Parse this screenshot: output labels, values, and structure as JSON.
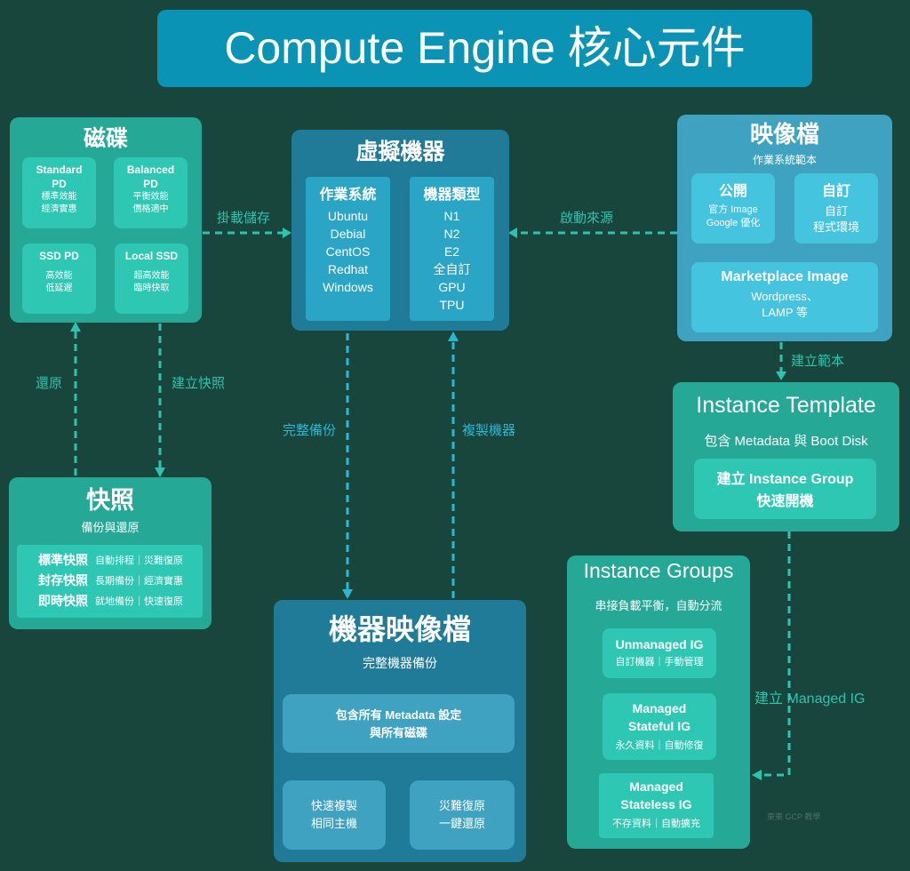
{
  "title": "Compute Engine 核心元件",
  "disks": {
    "title": "磁碟",
    "items": [
      {
        "name": "Standard PD",
        "lines": [
          "標準效能",
          "經濟實惠"
        ]
      },
      {
        "name": "Balanced PD",
        "lines": [
          "平衡效能",
          "價格適中"
        ]
      },
      {
        "name": "SSD PD",
        "lines": [
          "高效能",
          "低延遲"
        ]
      },
      {
        "name": "Local SSD",
        "lines": [
          "超高效能",
          "臨時快取"
        ]
      }
    ]
  },
  "vm": {
    "title": "虛擬機器",
    "os": {
      "title": "作業系統",
      "items": [
        "Ubuntu",
        "Debial",
        "CentOS",
        "Redhat",
        "Windows"
      ]
    },
    "types": {
      "title": "機器類型",
      "items": [
        "N1",
        "N2",
        "E2",
        "全自訂",
        "GPU",
        "TPU"
      ]
    }
  },
  "images": {
    "title": "映像檔",
    "subtitle": "作業系統範本",
    "public": {
      "title": "公開",
      "lines": [
        "官方 Image",
        "Google 優化"
      ]
    },
    "custom": {
      "title": "自訂",
      "lines": [
        "自訂",
        "程式環境"
      ]
    },
    "marketplace": {
      "title": "Marketplace Image",
      "lines": [
        "Wordpress、",
        "LAMP 等"
      ]
    }
  },
  "template": {
    "title": "Instance Template",
    "subtitle": "包含 Metadata 與 Boot Disk",
    "inner": [
      "建立 Instance Group",
      "快速開機"
    ]
  },
  "snapshots": {
    "title": "快照",
    "subtitle": "備份與還原",
    "rows": [
      {
        "name": "標準快照",
        "desc": "自動排程｜災難復原"
      },
      {
        "name": "封存快照",
        "desc": "長期備份｜經濟實惠"
      },
      {
        "name": "即時快照",
        "desc": "就地備份｜快速復原"
      }
    ]
  },
  "machine_image": {
    "title": "機器映像檔",
    "subtitle": "完整機器備份",
    "main": [
      "包含所有 Metadata 設定",
      "與所有磁碟"
    ],
    "left": [
      "快速複製",
      "相同主機"
    ],
    "right": [
      "災難復原",
      "一鍵還原"
    ]
  },
  "instance_groups": {
    "title": "Instance Groups",
    "subtitle": "串接負載平衡，自動分流",
    "items": [
      {
        "name": [
          "Unmanaged IG"
        ],
        "desc": "自訂機器｜手動管理"
      },
      {
        "name": [
          "Managed",
          "Stateful IG"
        ],
        "desc": "永久資料｜自動修復"
      },
      {
        "name": [
          "Managed",
          "Stateless IG"
        ],
        "desc": "不存資料｜自動擴充"
      }
    ]
  },
  "arrows": {
    "mount": "掛載儲存",
    "boot_source": "啟動來源",
    "restore": "還原",
    "create_snapshot": "建立快照",
    "full_backup": "完整備份",
    "clone": "複製機器",
    "create_template": "建立範本",
    "create_mig": "建立 Managed IG"
  },
  "watermark": "東東 GCP 教學",
  "colors": {
    "background": "#19463c",
    "teal": "#26a896",
    "teal_inner": "#2ec7b4",
    "vm_blue": "#1f7b97",
    "image_blue": "#3ea2c0",
    "title_blue": "#0b93b5",
    "arrow_teal": "#2dc3b0",
    "arrow_cyan": "#29b8d6"
  }
}
